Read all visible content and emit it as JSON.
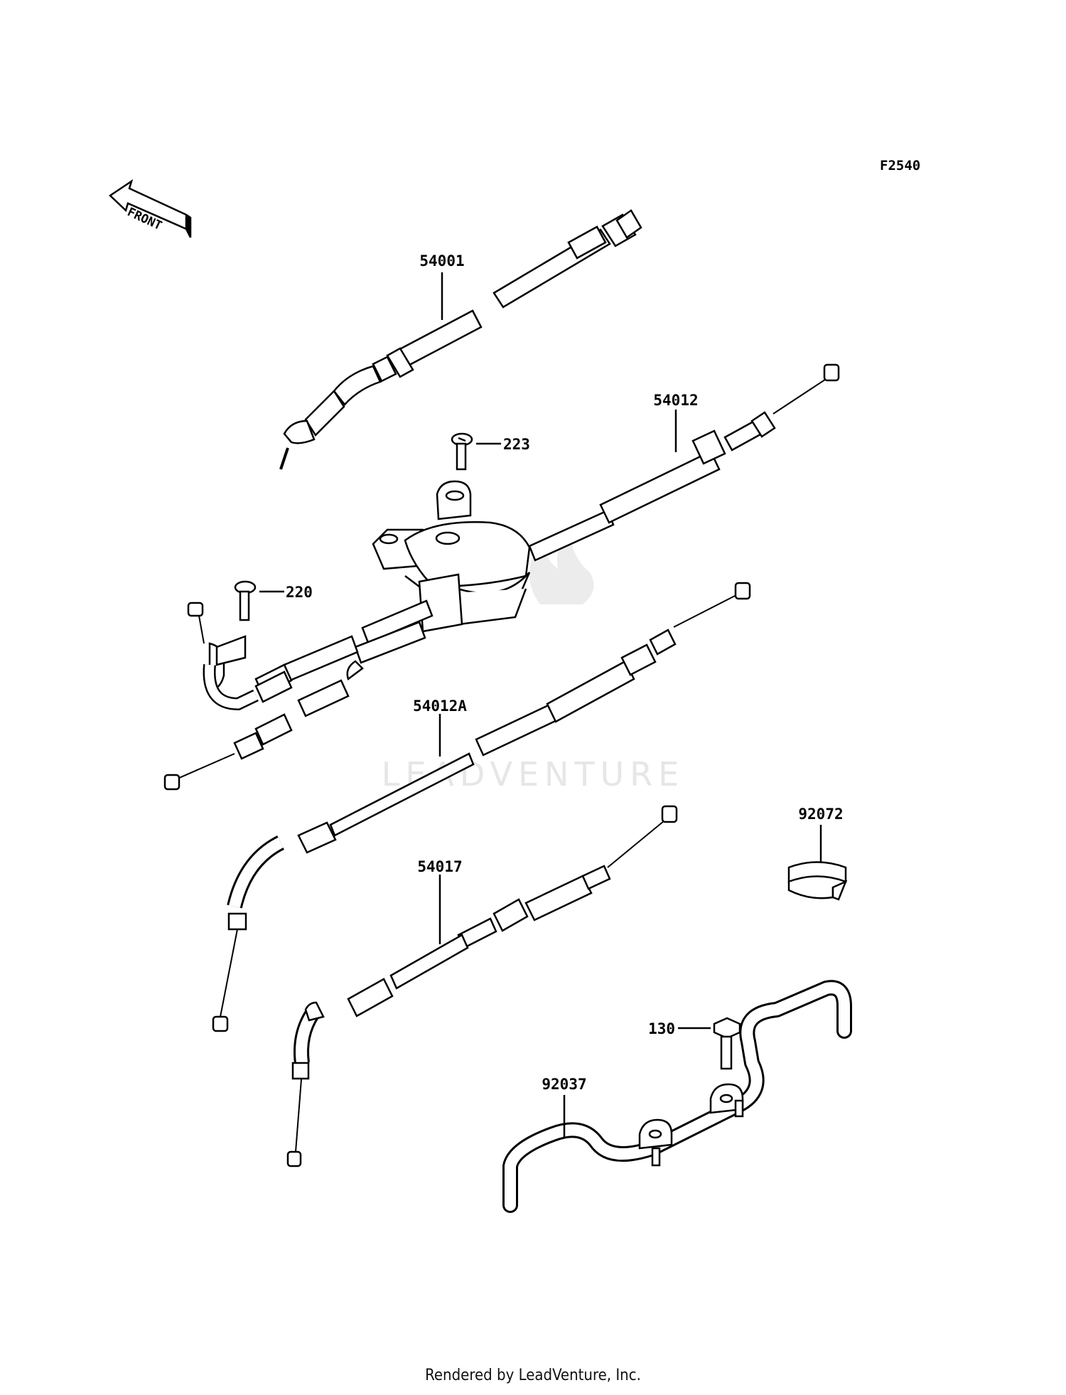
{
  "diagram": {
    "figure_code": "F2540",
    "front_label": "FRONT",
    "watermark": "LEADVENTURE",
    "footer": "Rendered by LeadVenture, Inc.",
    "parts": {
      "p54001": "54001",
      "p54012": "54012",
      "p223": "223",
      "p220": "220",
      "p54012A": "54012A",
      "p92072": "92072",
      "p54017": "54017",
      "p130": "130",
      "p92037": "92037"
    }
  }
}
